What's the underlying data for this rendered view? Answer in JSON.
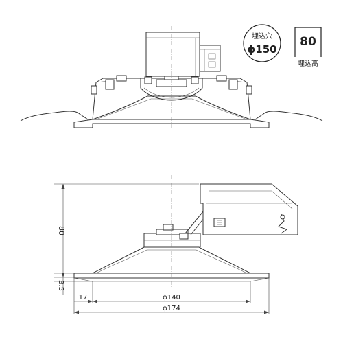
{
  "hole_badge": {
    "label": "埋込穴",
    "value": "ϕ150"
  },
  "height_badge": {
    "value": "80",
    "label": "埋込高"
  },
  "dimensions": {
    "height": "80",
    "base": "3.5",
    "offset": "17",
    "inner_dia": "ϕ140",
    "outer_dia": "ϕ174"
  }
}
